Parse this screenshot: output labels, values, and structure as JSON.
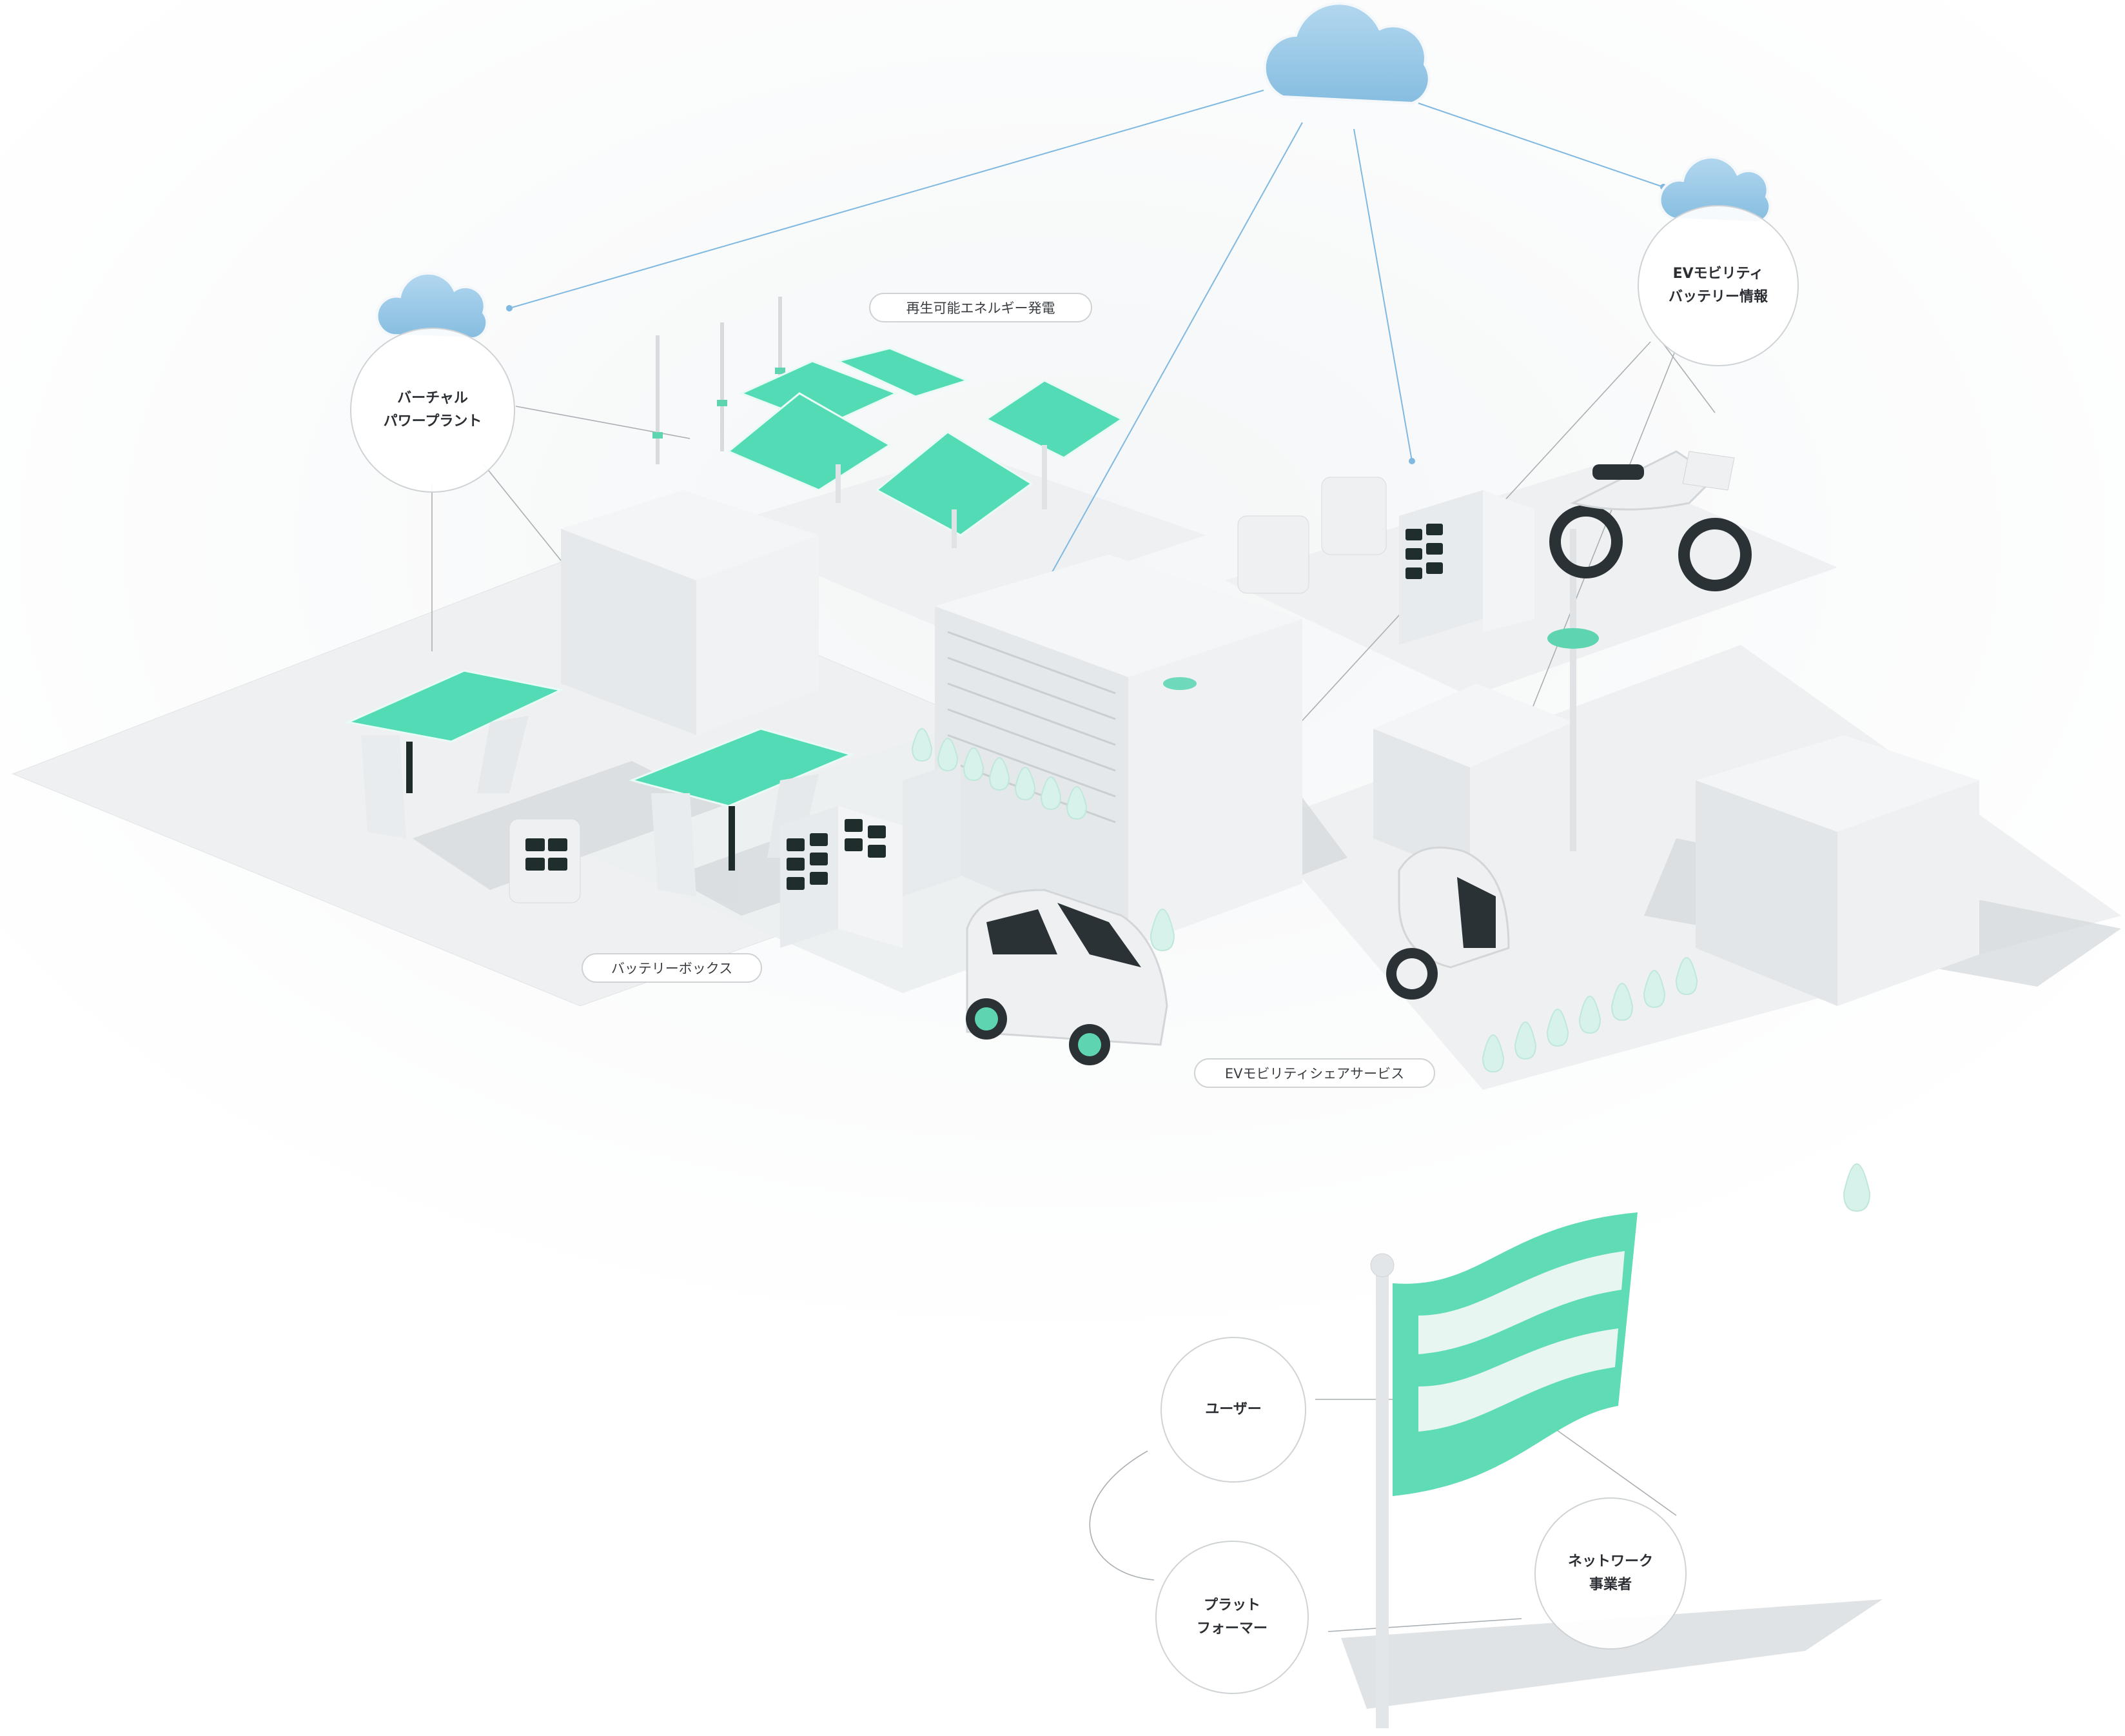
{
  "labels": {
    "renewable": "再生可能エネルギー発電",
    "vpp_line1": "バーチャル",
    "vpp_line2": "パワープラント",
    "ev_info_line1": "EVモビリティ",
    "ev_info_line2": "バッテリー情報",
    "battery_box": "バッテリーボックス",
    "share_service": "EVモビリティシェアサービス",
    "user": "ユーザー",
    "platform_line1": "プラット",
    "platform_line2": "フォーマー",
    "network_line1": "ネットワーク",
    "network_line2": "事業者"
  },
  "colors": {
    "cloud": "#9cc9e6",
    "panel": "#52dbb4",
    "flag": "#5fdbb5",
    "building": "#e9ecee",
    "ground": "#eef0f1",
    "line": "#7fb8e0"
  },
  "icons": [
    "cloud-icon",
    "solar-panel",
    "wind-turbine",
    "ev-car",
    "ev-scooter",
    "ev-bike",
    "battery-box",
    "flag"
  ]
}
